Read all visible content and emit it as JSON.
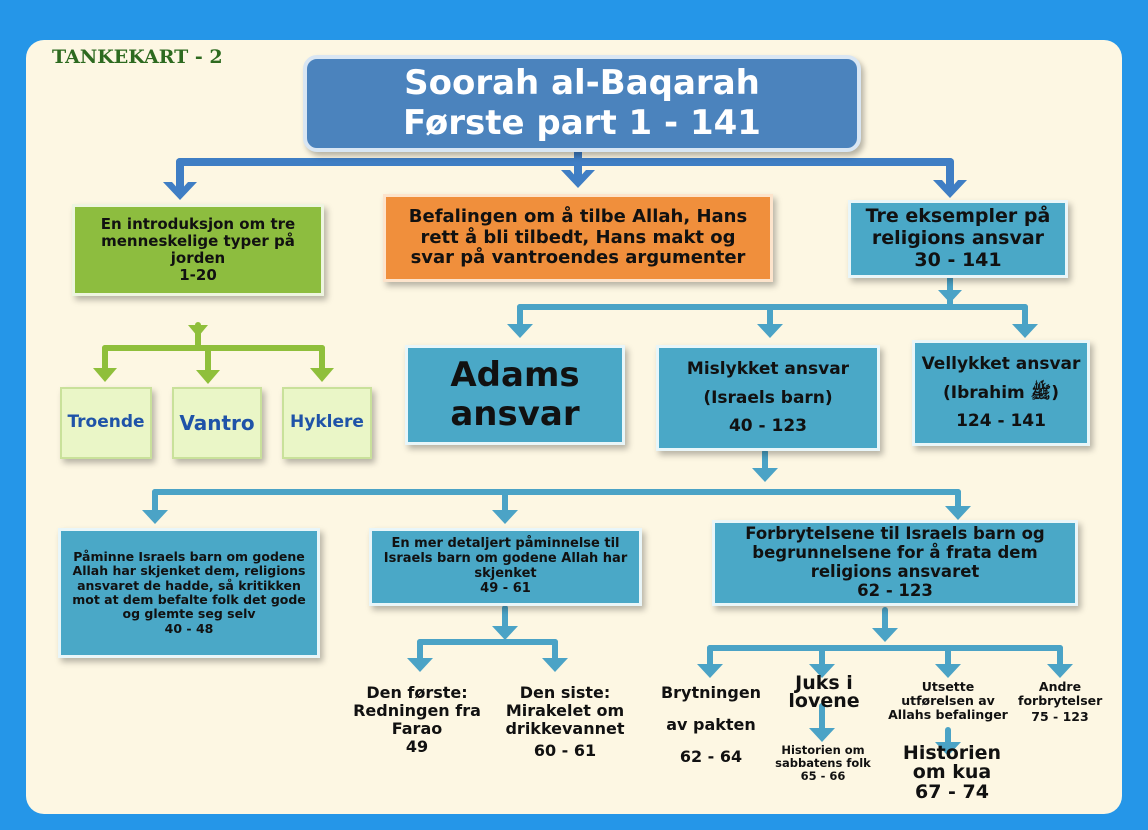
{
  "corner_tag": "TANKEKART - 2",
  "title": {
    "line1": "Soorah al-Baqarah",
    "line2": "Første part 1 - 141"
  },
  "intro": {
    "text": "En introduksjon om tre menneskelige typer på jorden",
    "range": "1-20"
  },
  "command": {
    "text": "Befalingen om å tilbe Allah, Hans rett å bli tilbedt, Hans makt og svar på vantroendes argumenter"
  },
  "examples": {
    "text": "Tre eksempler på religions ansvar",
    "range": "30 - 141"
  },
  "types": [
    "Troende",
    "Vantro",
    "Hyklere"
  ],
  "adams": {
    "text": "Adams ansvar"
  },
  "failed": {
    "line1": "Mislykket ansvar",
    "line2": "(Israels barn)",
    "range": "40 - 123"
  },
  "success": {
    "line1": "Vellykket ansvar",
    "line2": "(Ibrahim ﷺ)",
    "range": "124 - 141"
  },
  "remind": {
    "text": "Påminne Israels barn om godene Allah har skjenket dem, religions ansvaret de hadde, så kritikken mot at dem befalte folk det gode og glemte seg selv",
    "range": "40 - 48"
  },
  "detailed": {
    "text": "En mer detaljert påminnelse til Israels barn om godene Allah har skjenket",
    "range": "49 - 61"
  },
  "crimes": {
    "text": "Forbrytelsene til Israels barn og begrunnelsene for å frata dem religions ansvaret",
    "range": "62 - 123"
  },
  "first": {
    "text": "Den første: Redningen fra Farao",
    "range": "49"
  },
  "last": {
    "text": "Den siste: Mirakelet om drikkevannet",
    "range": "60 - 61"
  },
  "breaking": {
    "line1": "Brytningen",
    "line2": "av pakten",
    "range": "62 - 64"
  },
  "cheat": {
    "text": "Juks i lovene"
  },
  "sabbath": {
    "text": "Historien om sabbatens folk",
    "range": "65 - 66"
  },
  "delay": {
    "text": "Utsette utførelsen av Allahs befalinger"
  },
  "cow": {
    "text": "Historien om kua",
    "range": "67 - 74"
  },
  "other": {
    "text": "Andre forbrytelser",
    "range": "75 - 123"
  },
  "colors": {
    "panel": "#fdf7e3",
    "border": "#2596e8",
    "teal": "#4aa8c7",
    "green": "#8dbd3f",
    "orange": "#f08f3c",
    "title": "#4b83bd",
    "arrow_blue": "#3f7ec4",
    "arrow_teal": "#4ba3c6",
    "arrow_green": "#8fbf3b"
  }
}
